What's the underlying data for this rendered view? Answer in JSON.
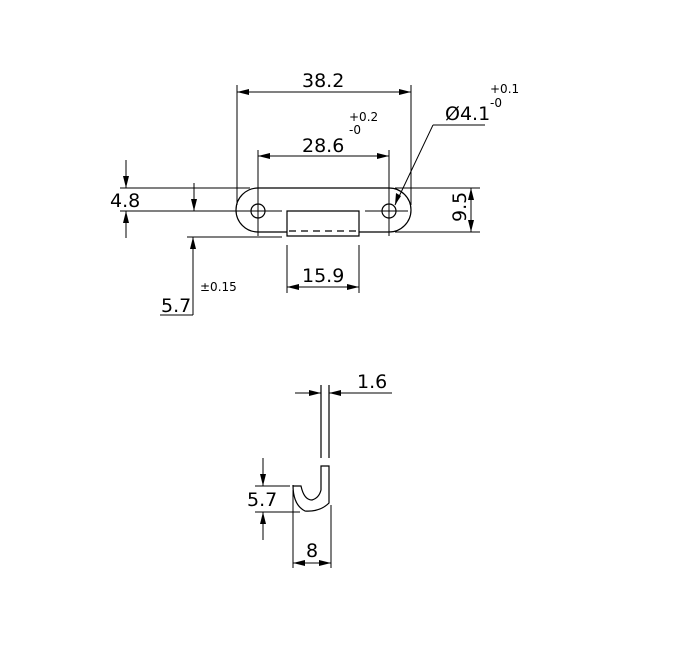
{
  "drawing": {
    "type": "technical-drawing",
    "subject": "latch keeper / catch plate",
    "top_view": {
      "overall_length": "38.2",
      "hole_spacing": "28.6",
      "hole_spacing_tol_plus": "+0.2",
      "hole_spacing_tol_minus": "-0",
      "hole_diameter": "Ø4.1",
      "hole_diameter_tol_plus": "+0.1",
      "hole_diameter_tol_minus": "-0",
      "width": "9.5",
      "hole_offset": "4.8",
      "hook_offset": "5.7",
      "hook_offset_tol": "±0.15",
      "hook_width": "15.9"
    },
    "side_view": {
      "thickness": "1.6",
      "hook_depth": "5.7",
      "hook_width": "8"
    }
  }
}
